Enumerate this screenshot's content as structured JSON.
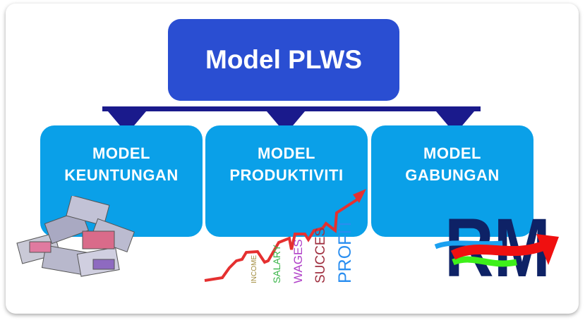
{
  "title": "Model PLWS",
  "boxes": [
    {
      "line1": "MODEL",
      "line2": "KEUNTUNGAN"
    },
    {
      "line1": "MODEL",
      "line2": "PRODUKTIVITI"
    },
    {
      "line1": "MODEL",
      "line2": "GABUNGAN"
    }
  ],
  "chart_words": [
    "INCOME",
    "SALARY",
    "WAGES",
    "SUCCES",
    "PROFIT"
  ],
  "logo_text": "RM"
}
